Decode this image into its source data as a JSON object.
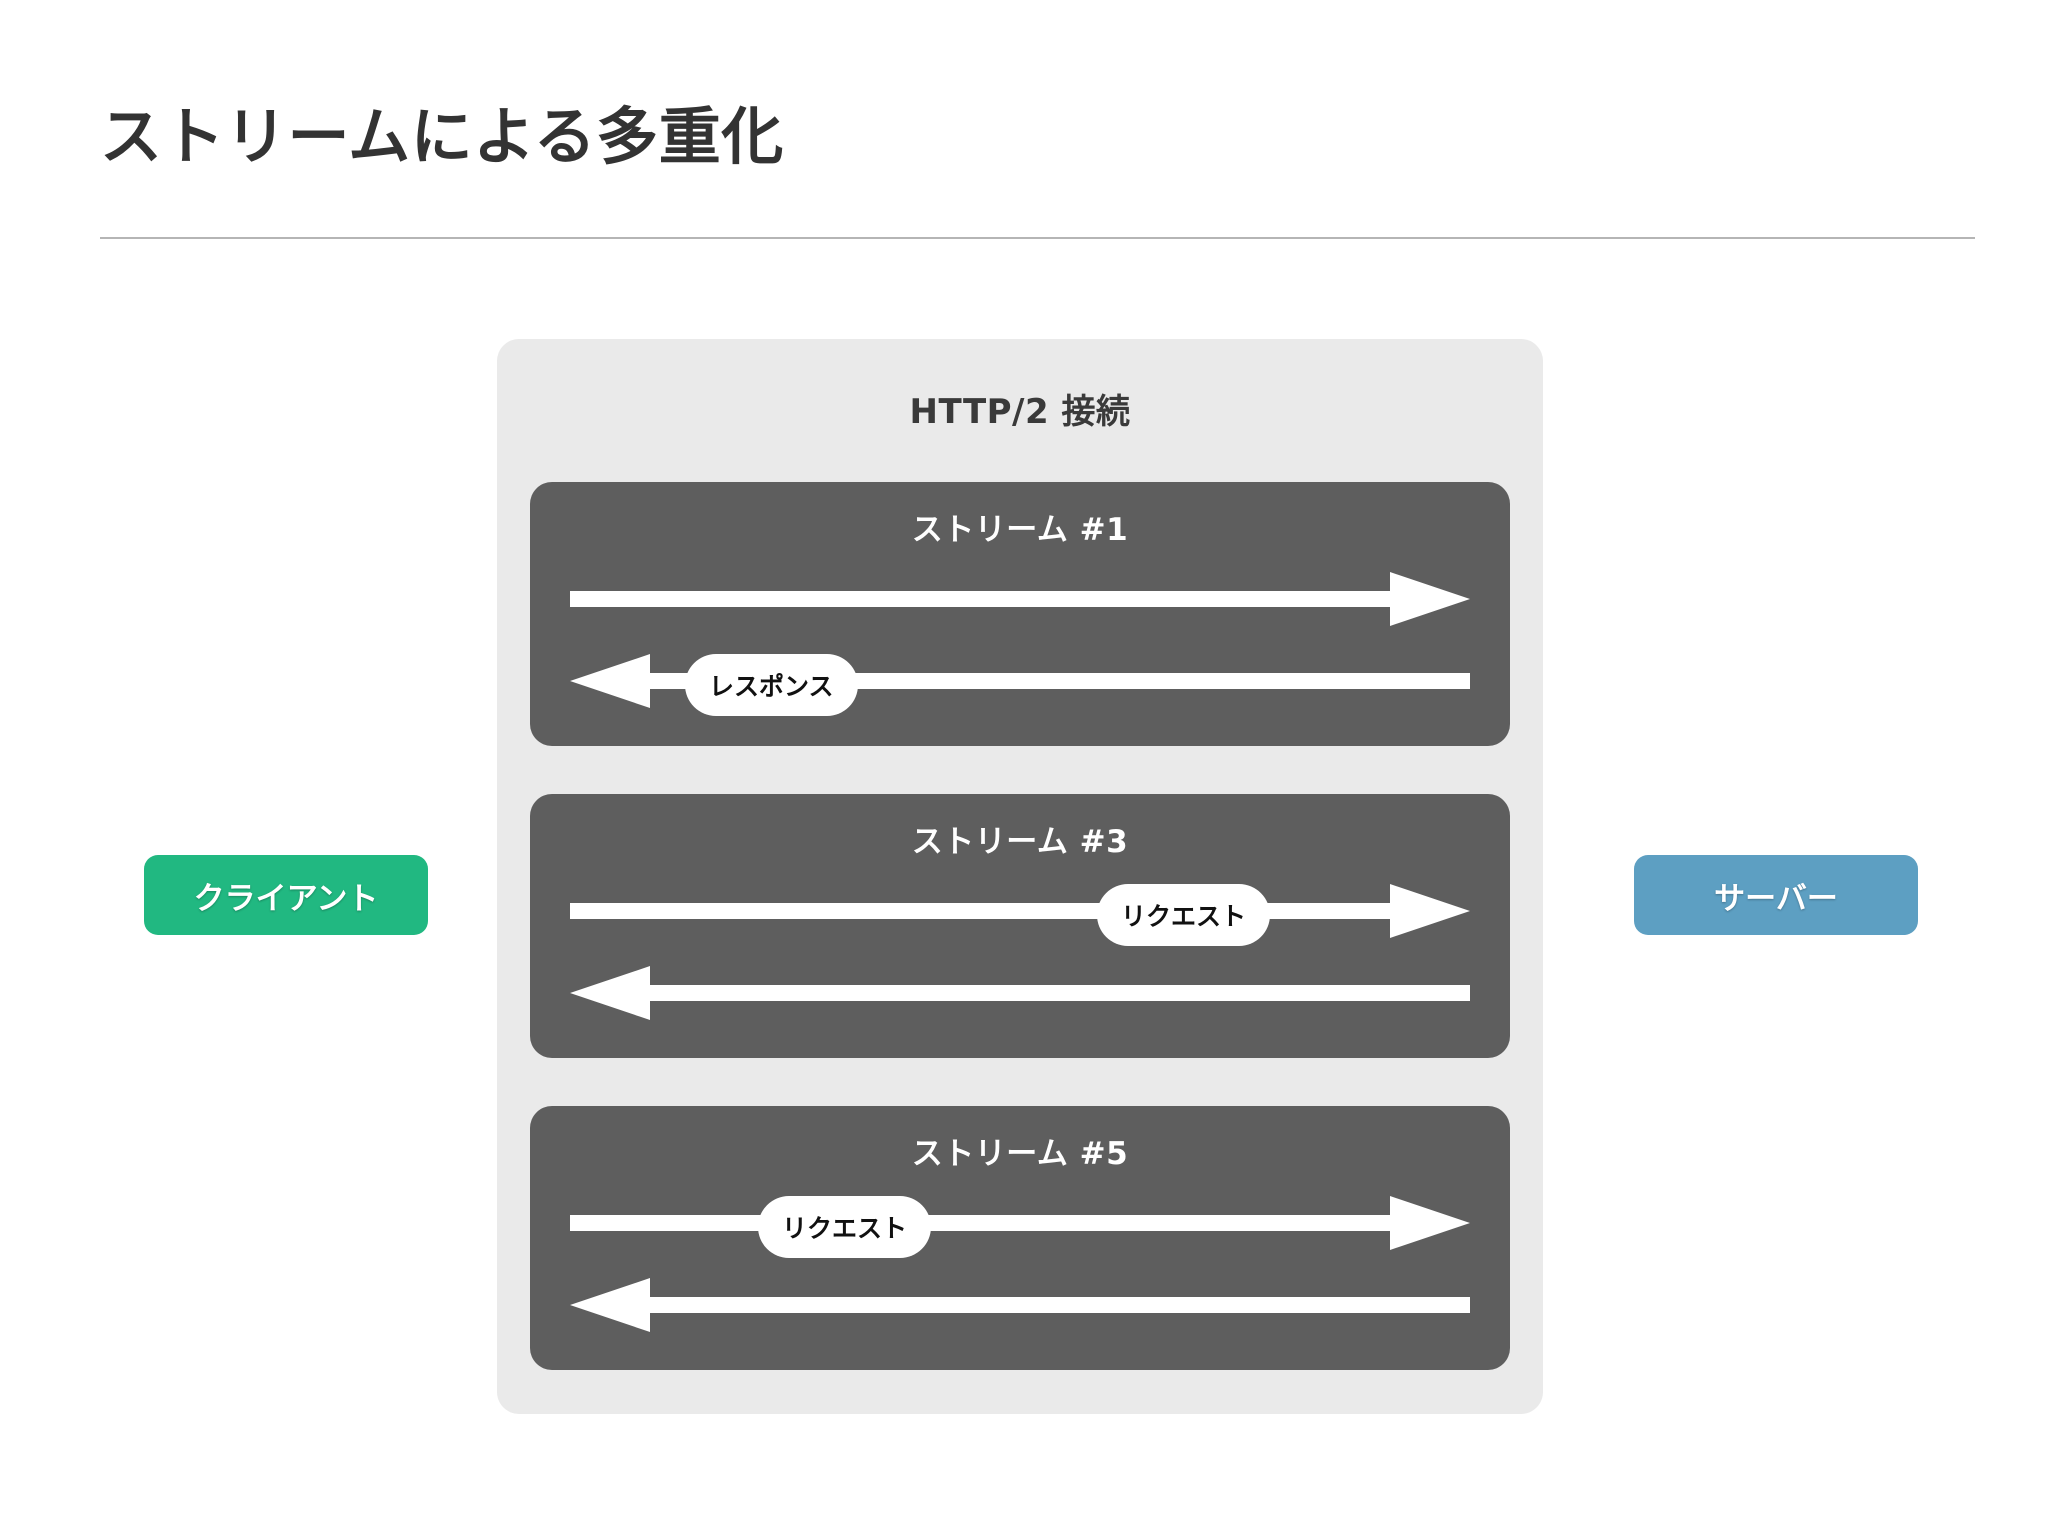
{
  "slide": {
    "title": "ストリームによる多重化",
    "background": "#ffffff",
    "rule_color": "#b5b5b5"
  },
  "endpoints": {
    "client": {
      "label": "クライアント",
      "color": "#21b881"
    },
    "server": {
      "label": "サーバー",
      "color": "#5d9fc2"
    }
  },
  "connection": {
    "title": "HTTP/2 接続",
    "background": "#eaeaea",
    "streams": [
      {
        "label": "ストリーム #1",
        "color": "#5e5e5e",
        "arrows": [
          {
            "direction": "right",
            "pill": null
          },
          {
            "direction": "left",
            "pill": {
              "label": "レスポンス",
              "position_pct": 22
            }
          }
        ]
      },
      {
        "label": "ストリーム #3",
        "color": "#5e5e5e",
        "arrows": [
          {
            "direction": "right",
            "pill": {
              "label": "リクエスト",
              "position_pct": 77
            }
          },
          {
            "direction": "left",
            "pill": null
          }
        ]
      },
      {
        "label": "ストリーム #5",
        "color": "#5e5e5e",
        "arrows": [
          {
            "direction": "right",
            "pill": {
              "label": "リクエスト",
              "position_pct": 36
            }
          },
          {
            "direction": "left",
            "pill": null
          }
        ]
      }
    ]
  }
}
